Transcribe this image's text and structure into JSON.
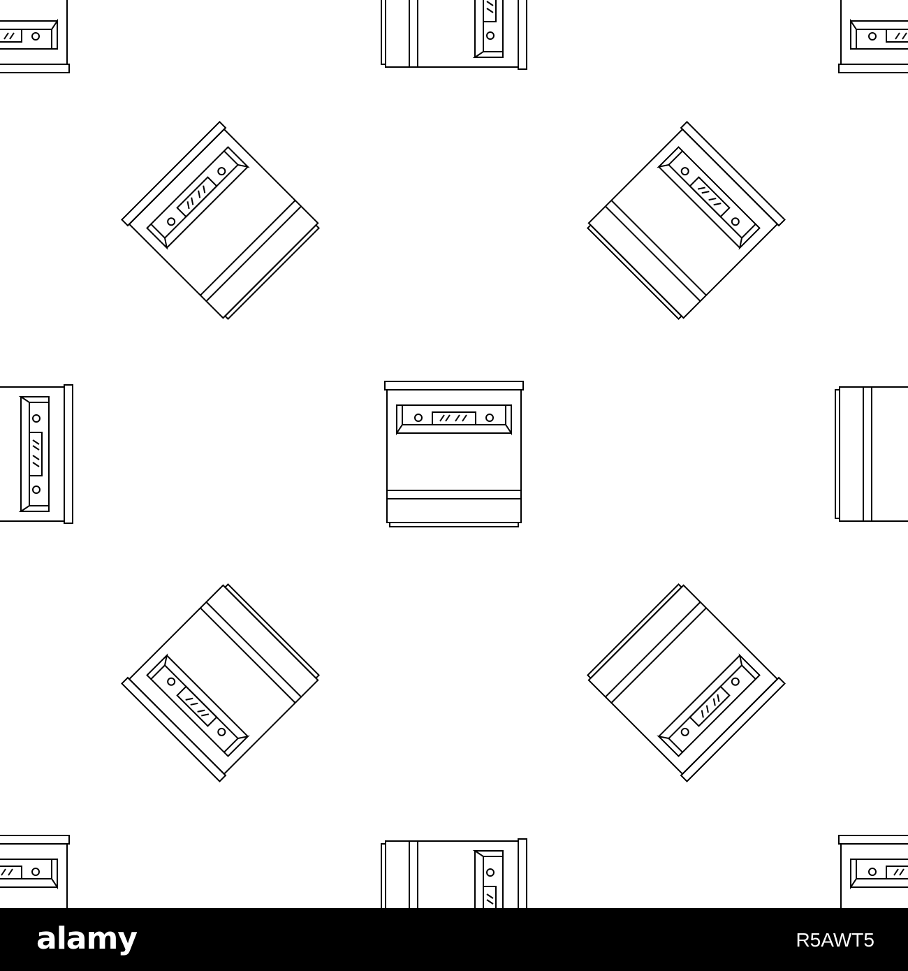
{
  "image": {
    "description_kind": "seamless-pattern",
    "icon_name": "dishwasher-icon",
    "stroke_color": "#000000",
    "background_color": "#ffffff"
  },
  "footer": {
    "logo_text": "alamy",
    "image_id": "R5AWT5",
    "background_color": "#000000",
    "text_color": "#ffffff"
  }
}
